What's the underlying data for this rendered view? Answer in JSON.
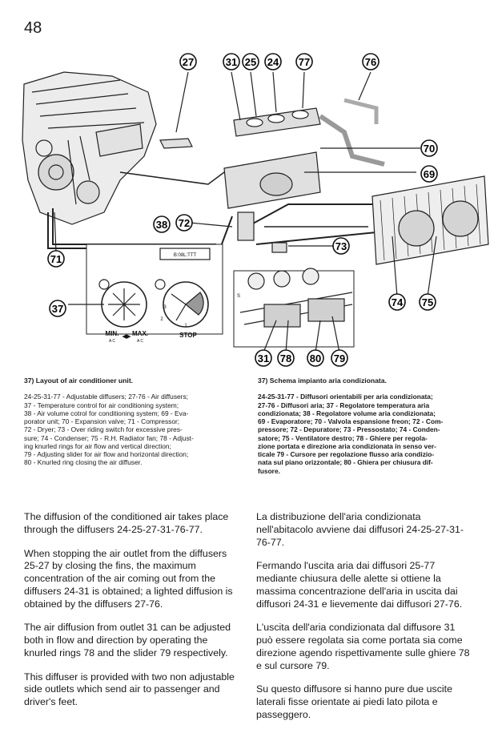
{
  "page_number": "48",
  "figure": {
    "callouts": [
      "27",
      "31",
      "25",
      "24",
      "77",
      "76",
      "70",
      "69",
      "38",
      "72",
      "71",
      "73",
      "37",
      "74",
      "75",
      "31",
      "78",
      "80",
      "79"
    ],
    "panel": {
      "badge": "B:08L:TTT",
      "min_label": "MIN.",
      "max_label": "MAX.",
      "ac_left": "A C",
      "ac_right": "A C",
      "stop_label": "STOP",
      "scale_numbers": [
        "1",
        "2",
        "3"
      ],
      "side_number": "S"
    }
  },
  "caption_en": {
    "title": "37) Layout of air conditioner unit.",
    "lines": [
      "24-25-31-77 - Adjustable diffusers; 27-76 - Air diffusers;",
      "37 - Temperature control for air conditioning system;",
      "38 - Air volume cotrol for conditioning system; 69 - Eva-",
      "porator unit; 70 - Expansion valve; 71 - Compressor;",
      "72 - Dryer; 73 - Over riding switch for excessive pres-",
      "sure; 74 - Condenser; 75 - R.H. Radiator fan; 78 - Adjust-",
      "ing knurled rings for air flow and vertical direction;",
      "79 - Adjusting slider for air flow and horizontal direction;",
      "80 - Knurled ring closing the air diffuser."
    ]
  },
  "caption_it": {
    "title": "37) Schema impianto aria condizionata.",
    "lines": [
      "24-25-31-77 - Diffusori orientabili per aria condizionata;",
      "27-76 - Diffusori aria; 37 - Regolatore temperatura aria",
      "condizionata; 38 - Regolatore volume aria condizionata;",
      "69 - Evaporatore; 70 - Valvola espansione freon; 72 - Com-",
      "pressore; 72 - Depuratore; 73 - Pressostato; 74 - Conden-",
      "satore; 75 - Ventilatore destro; 78 - Ghiere per regola-",
      "zione portata e direzione aria condizionata in senso ver-",
      "ticale 79 - Cursore per regolazione flusso aria condizio-",
      "nata sul piano orizzontale; 80 - Ghiera per chiusura dif-",
      "fusore."
    ]
  },
  "body_en": [
    "The diffusion of the conditioned air takes place through the diffusers 24-25-27-31-76-77.",
    "When stopping the air outlet from the diffusers 25-27 by closing the fins, the maximum concentration of the air coming out from the diffusers 24-31 is obtained; a lighted diffusion is obtained by the diffusers 27-76.",
    "The air diffusion from outlet 31 can be adjusted both in flow and direction by operating the knurled rings 78 and the slider 79 respectively.",
    "This diffuser is provided with two non adjustable side outlets which send air to passenger and driver's feet."
  ],
  "body_it": [
    "La distribuzione dell'aria condizionata nell'abitacolo avviene dai diffusori 24-25-27-31-76-77.",
    "Fermando l'uscita aria dai diffusori 25-77 mediante chiusura delle alette si ottiene la massima concentrazione dell'aria in uscita dai diffusori 24-31 e lievemente dai diffusori 27-76.",
    "L'uscita dell'aria condizionata dal diffusore 31 può essere regolata sia come portata sia come direzione agendo rispettivamente sulle ghiere 78 e sul cursore 79.",
    "Su questo diffusore si hanno pure due uscite laterali fisse orientate ai piedi lato pilota e passeggero."
  ]
}
